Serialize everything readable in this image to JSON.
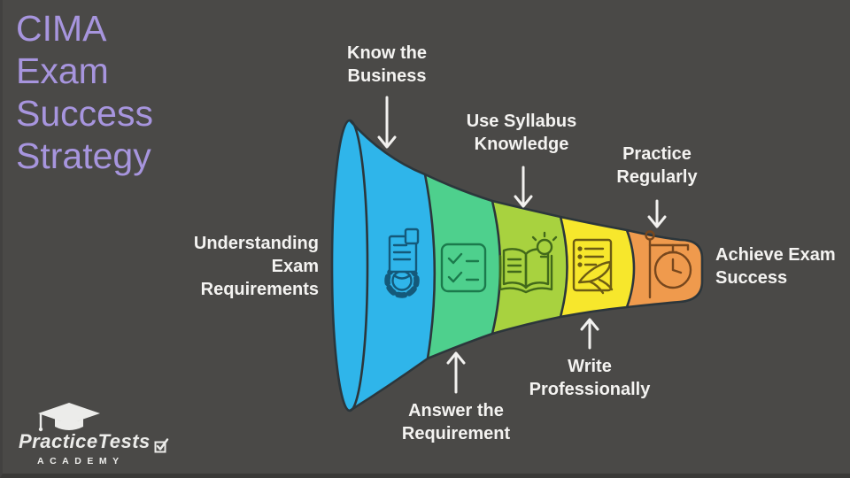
{
  "title": {
    "text": "CIMA\nExam\nSuccess\nStrategy",
    "color": "#a795de"
  },
  "steps": {
    "know_business": {
      "label": "Know the\nBusiness"
    },
    "use_syllabus": {
      "label": "Use Syllabus\nKnowledge"
    },
    "practice_regularly": {
      "label": "Practice\nRegularly"
    },
    "understanding_exam": {
      "label": "Understanding\nExam\nRequirements"
    },
    "answer_requirement": {
      "label": "Answer the\nRequirement"
    },
    "write_professionally": {
      "label": "Write\nProfessionally"
    },
    "achieve_success": {
      "label": "Achieve Exam\nSuccess"
    }
  },
  "funnel": {
    "stages": [
      {
        "name": "understanding-exam-requirements",
        "color": "#2fb5ea",
        "icon": "gear-document-icon"
      },
      {
        "name": "answer-the-requirement",
        "color": "#4ed08d",
        "icon": "checklist-icon"
      },
      {
        "name": "use-syllabus-knowledge",
        "color": "#a8d23f",
        "icon": "book-lightbulb-icon"
      },
      {
        "name": "write-professionally",
        "color": "#f7e72c",
        "icon": "writing-hand-icon"
      },
      {
        "name": "practice-regularly",
        "color": "#ef9a4d",
        "icon": "stopwatch-icon"
      }
    ],
    "outline_color": "#2c363b"
  },
  "logo": {
    "brand": "PracticeTests",
    "sub": "ACADEMY"
  },
  "background": "#4a4947",
  "text_color": "#f4f3f1"
}
